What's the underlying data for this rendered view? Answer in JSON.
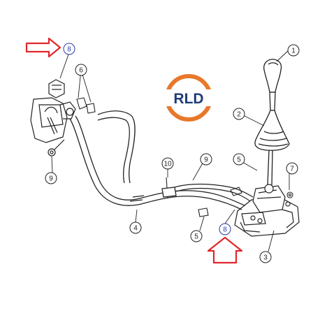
{
  "logo": {
    "text": "RLD",
    "ring_color": "#e8782a",
    "text_color": "#1f3d7a"
  },
  "callouts": {
    "c1": "1",
    "c2": "2",
    "c3": "3",
    "c4": "4",
    "c5a": "5",
    "c5b": "5",
    "c6": "6",
    "c7": "7",
    "c8_top": "8",
    "c8_bottom": "8",
    "c9_left": "9",
    "c9_center": "9",
    "c10": "10"
  },
  "highlight": {
    "arrow_color": "#e0262b",
    "circle_color": "#2b3aa8"
  }
}
